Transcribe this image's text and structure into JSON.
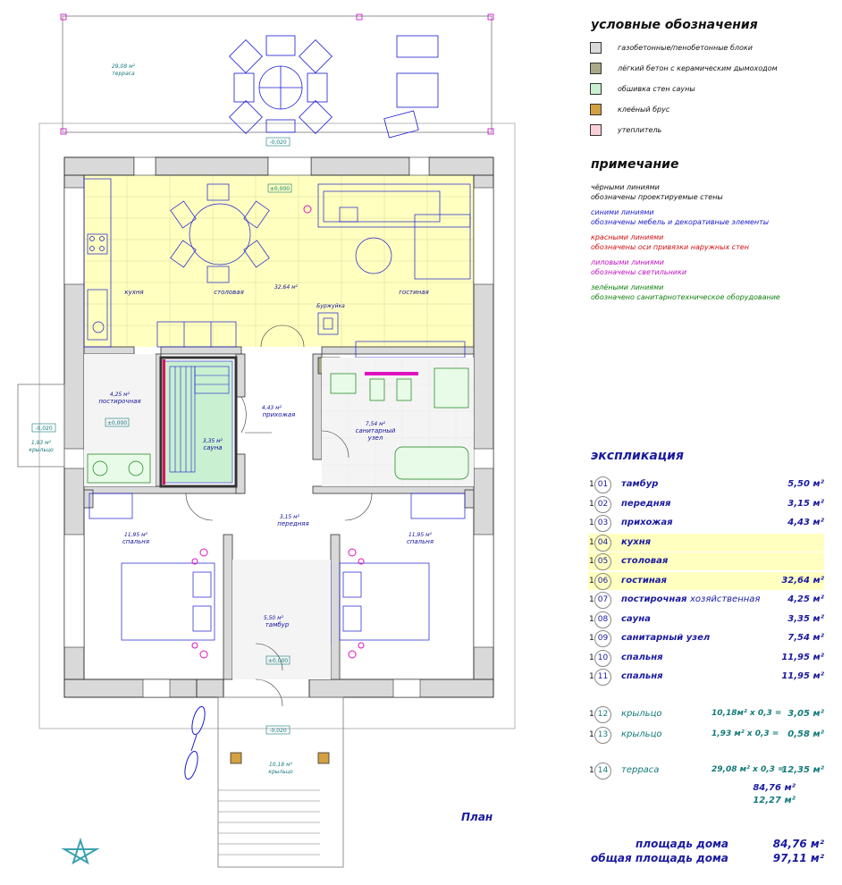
{
  "legend": {
    "title": "условные обозначения",
    "items": [
      {
        "label": "газобетонные/пенобетонные блоки",
        "color": "#d9d9d9"
      },
      {
        "label": "лёгкий бетон с керамическим дымоходом",
        "color": "#a9a98a"
      },
      {
        "label": "обшивка стен сауны",
        "color": "#c9f0d0"
      },
      {
        "label": "клеёный брус",
        "color": "#d4a042"
      },
      {
        "label": "утеплитель",
        "color": "#f8d0d8"
      }
    ]
  },
  "notes": {
    "title": "примечание",
    "items": [
      {
        "l1": "чёрными линиями",
        "l2": "обозначены проектируемые стены",
        "color": "#111111"
      },
      {
        "l1": "синими линиями",
        "l2": "обозначены мебель и декоративные элементы",
        "color": "#1a1ad0"
      },
      {
        "l1": "красными линиями",
        "l2": "обозначены оси привязки наружных стен",
        "color": "#d01010"
      },
      {
        "l1": "лиловыми линиями",
        "l2": "обозначены светильники",
        "color": "#c010c0"
      },
      {
        "l1": "зелёными линиями",
        "l2": "обозначено санитарнотехническое оборудование",
        "color": "#108010"
      }
    ]
  },
  "explication": {
    "title": "экспликация",
    "rows": [
      {
        "n": "01",
        "name": "тамбур",
        "extra": "",
        "area": "5,50 м²",
        "hl": false
      },
      {
        "n": "02",
        "name": "передняя",
        "extra": "",
        "area": "3,15 м²",
        "hl": false
      },
      {
        "n": "03",
        "name": "прихожая",
        "extra": "",
        "area": "4,43 м²",
        "hl": false
      },
      {
        "n": "04",
        "name": "кухня",
        "extra": "",
        "area": "",
        "hl": true
      },
      {
        "n": "05",
        "name": "столовая",
        "extra": "",
        "area": "",
        "hl": true
      },
      {
        "n": "06",
        "name": "гостиная",
        "extra": "",
        "area": "32,64 м²",
        "hl": true
      },
      {
        "n": "07",
        "name": "постирочная",
        "extra": "хозяйственная",
        "area": "4,25 м²",
        "hl": false
      },
      {
        "n": "08",
        "name": "сауна",
        "extra": "",
        "area": "3,35 м²",
        "hl": false
      },
      {
        "n": "09",
        "name": "санитарный узел",
        "extra": "",
        "area": "7,54 м²",
        "hl": false
      },
      {
        "n": "10",
        "name": "спальня",
        "extra": "",
        "area": "11,95 м²",
        "hl": false
      },
      {
        "n": "11",
        "name": "спальня",
        "extra": "",
        "area": "11,95 м²",
        "hl": false
      }
    ],
    "outdoor": [
      {
        "n": "12",
        "name": "крыльцо",
        "calc": "10,18м² х 0,3 =",
        "area": "3,05 м²"
      },
      {
        "n": "13",
        "name": "крыльцо",
        "calc": "1,93 м² х 0,3 =",
        "area": "0,58 м²"
      },
      {
        "n": "14",
        "name": "терраса",
        "calc": "29,08 м² х 0,3 =",
        "area": "12,35 м²"
      }
    ],
    "sub1": "84,76 м²",
    "sub2": "12,27 м²",
    "house_area_label": "площадь дома",
    "house_area": "84,76 м²",
    "total_area_label": "общая площадь дома",
    "total_area": "97,11 м²",
    "one": "1"
  },
  "plan": {
    "title": "План",
    "terrace": {
      "area": "29,08 м²",
      "name": "терраса",
      "level": "-0,020"
    },
    "kitchen": "кухня",
    "dining": "столовая",
    "living": "гостиная",
    "living_area": "32,64 м²",
    "top_level": "±0,000",
    "stove": "Буржуйка",
    "laundry": {
      "area": "4,25 м²",
      "name": "постирочная",
      "level": "±0,000"
    },
    "sauna": {
      "area": "3,35 м²",
      "name": "сауна"
    },
    "hall": {
      "area": "4,43 м²",
      "name": "прихожая"
    },
    "bath": {
      "area": "7,54 м²",
      "name1": "санитарный",
      "name2": "узел"
    },
    "side_porch": {
      "level": "-0,020",
      "area": "1,93 м²",
      "name": "крыльцо"
    },
    "bed_left": {
      "area": "11,95 м²",
      "name": "спальня"
    },
    "bed_right": {
      "area": "11,95 м²",
      "name": "спальня"
    },
    "front": {
      "area": "3,15 м²",
      "name": "передняя"
    },
    "vest": {
      "area": "5,50 м²",
      "name": "тамбур",
      "level": "±0,000"
    },
    "porch": {
      "area": "10,18 м²",
      "name": "крыльцо",
      "level": "-0,020"
    }
  }
}
